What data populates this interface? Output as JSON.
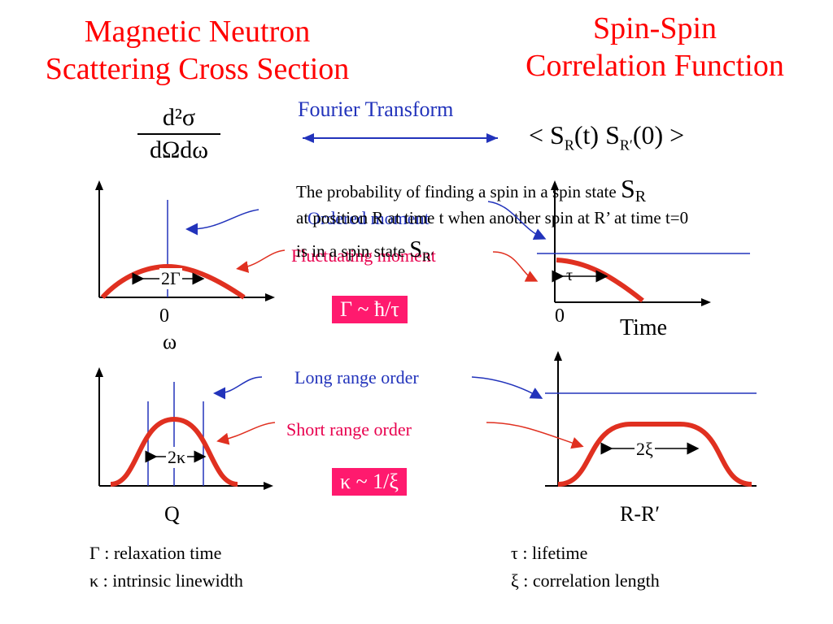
{
  "titles": {
    "left_line1": "Magnetic Neutron",
    "left_line2": "Scattering Cross Section",
    "right_line1": "Spin-Spin",
    "right_line2": "Correlation Function"
  },
  "cross_section": {
    "numerator": "d²σ",
    "denominator": "dΩdω"
  },
  "fourier_label": "Fourier Transform",
  "correlation_expr": {
    "open": "< S",
    "sub1": "R",
    "mid": "(t) S",
    "sub2": "R′",
    "close": "(0) >"
  },
  "probability_text": {
    "line1": "The probability of finding a spin in a spin state",
    "line1_symbol": "S",
    "line1_sub": "R",
    "line2": "at position R at time t when another spin at R’ at time t=0",
    "line3": "is in a spin state",
    "line3_symbol": "S",
    "line3_sub": "R′"
  },
  "overlay_labels": {
    "ordered_moment": "Ordered moment",
    "fluctuating_moment": "Fluctuating moment"
  },
  "relations": {
    "gamma_tau": "Γ ~ ħ/τ",
    "kappa_xi": "κ ~ 1/ξ"
  },
  "order_labels": {
    "long_range": "Long range order",
    "short_range": "Short range order"
  },
  "plot_labels": {
    "top_left_width": "2Γ",
    "top_left_zero": "0",
    "top_left_axis": "ω",
    "top_right_tau": "τ",
    "top_right_zero": "0",
    "top_right_axis": "Time",
    "bottom_left_width": "2κ",
    "bottom_left_axis": "Q",
    "bottom_right_width": "2ξ",
    "bottom_right_axis": "R-R′"
  },
  "legend": {
    "gamma": "Γ : relaxation time",
    "kappa": "κ : intrinsic linewidth",
    "tau": "τ : lifetime",
    "xi": "ξ : correlation length"
  },
  "colors": {
    "title_red": "#ff0000",
    "curve_red": "#e03020",
    "line_blue": "#2233bb",
    "box_magenta": "#ff1a6e"
  }
}
